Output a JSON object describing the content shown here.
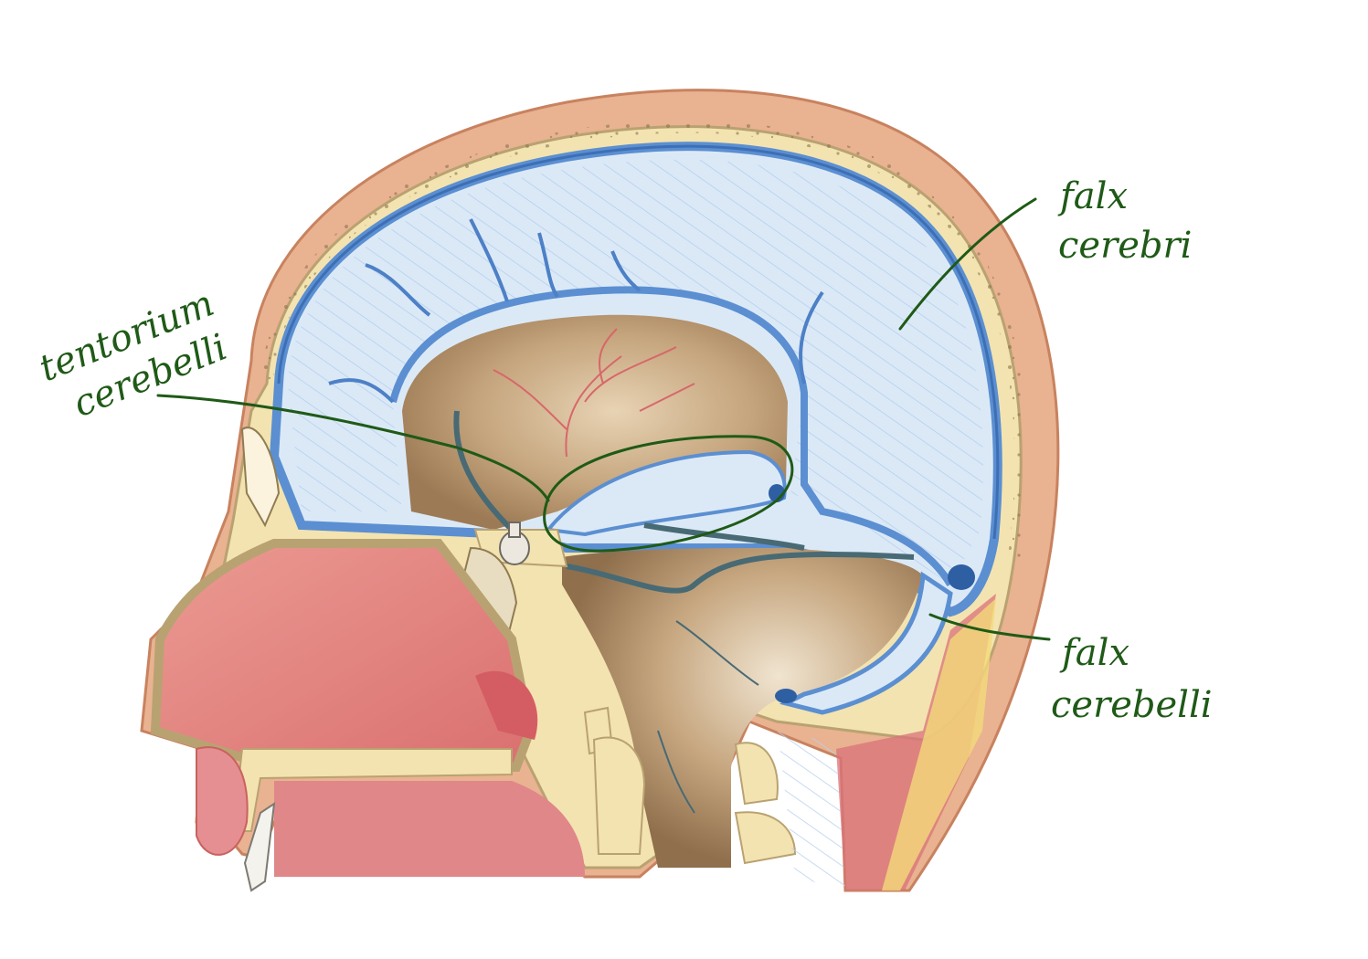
{
  "labels": {
    "tentorium": {
      "line1": "tentorium",
      "line2": "cerebelli"
    },
    "falx_cerebri": {
      "line1": "falx",
      "line2": "cerebri"
    },
    "falx_cerebelli": {
      "line1": "falx",
      "line2": "cerebelli"
    }
  },
  "colors": {
    "skin": "#e9b291",
    "skin_edge": "#c8825f",
    "bone": "#f3e3b0",
    "bone_edge": "#b9a271",
    "dura_blue": "#5b8fd1",
    "falx_fill": "#dbe9f7",
    "brain_cavity": "#b8986f",
    "nasal_pink": "#e5817d",
    "vessel_red": "#d8666a",
    "annotation_green": "#1f5a17"
  }
}
